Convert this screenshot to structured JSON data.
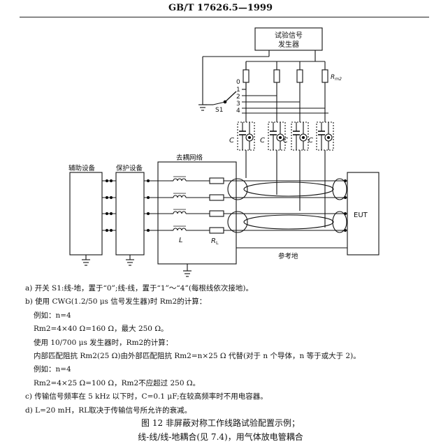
{
  "header": "GB/T 17626.5—1999",
  "diagram": {
    "generator_l1": "试验信号",
    "generator_l2": "发生器",
    "rm2": "R",
    "rm2_sub": "m2",
    "switch_label": "S1",
    "pos": [
      "0",
      "1",
      "2",
      "3",
      "4"
    ],
    "cap": "C",
    "aux": "辅助设备",
    "prot": "保护设备",
    "decouple": "去耦网络",
    "eut": "EUT",
    "ref_ground": "参考地",
    "L": "L",
    "RL": "R",
    "RL_sub": "L"
  },
  "notes": [
    "a) 开关 S1:线-地，置于“0”;线-线，置于“1”～“4”(每根线依次接地)。",
    "b) 使用 CWG(1.2/50 μs 信号发生器)时 Rm2的计算：",
    "例如：n=4",
    "Rm2=4×40 Ω=160 Ω，最大 250 Ω。",
    "使用 10/700 μs 发生器时，Rm2的计算：",
    "内部匹配阻抗 Rm2(25 Ω)由外部匹配阻抗 Rm2=n×25 Ω 代替(对于 n 个导体，n 等于或大于 2)。",
    "例如：n=4",
    "Rm2=4×25 Ω=100 Ω，Rm2不应超过 250 Ω。",
    "c) 传输信号频率在 5 kHz 以下时，C=0.1 μF;在较高频率时不用电容器。",
    "d) L=20 mH，RL取决于传输信号所允许的衰减。"
  ],
  "caption1": "图 12   非屏蔽对称工作线路试验配置示例；",
  "caption2": "线-线/线-地耦合(见 7.4)，用气体放电管耦合"
}
